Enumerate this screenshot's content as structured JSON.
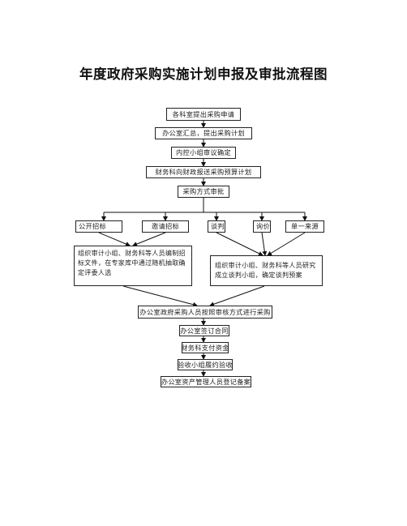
{
  "title": "年度政府采购实施计划申报及审批流程图",
  "steps": {
    "s1": "各科室提出采购申请",
    "s2": "办公室汇总，提出采购计划",
    "s3": "内控小组审议确定",
    "s4": "财务科向财政报送采购预算计划",
    "s5": "采购方式审批"
  },
  "methods": {
    "open": "公开招标",
    "invite": "邀请招标",
    "negotiate": "谈判",
    "inquiry": "询价",
    "single": "单一来源"
  },
  "groups": {
    "left": "组织审计小组、财务科等人员编制招标文件，在专家库中通过随机抽取确定评委人选",
    "right": "组织审计小组、财务科等人员研究成立谈判小组，确定谈判预案"
  },
  "final_steps": {
    "f1": "办公室政府采购人员按照审核方式进行采购",
    "f2": "办公室签订合同",
    "f3": "财务科支付资金",
    "f4": "验收小组履约验收",
    "f5": "办公室资产管理人员登记备案"
  }
}
